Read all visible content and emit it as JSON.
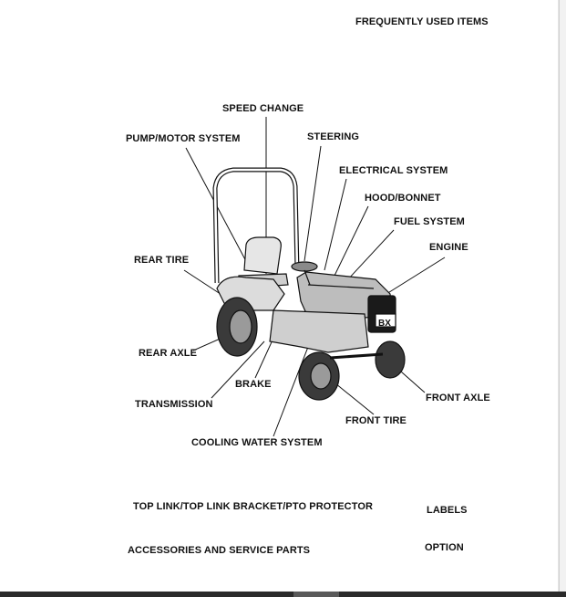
{
  "page": {
    "title": "FREQUENTLY USED ITEMS"
  },
  "diagram": {
    "labels": {
      "speed_change": "SPEED CHANGE",
      "pump_motor_system": "PUMP/MOTOR SYSTEM",
      "steering": "STEERING",
      "electrical_system": "ELECTRICAL SYSTEM",
      "hood_bonnet": "HOOD/BONNET",
      "fuel_system": "FUEL SYSTEM",
      "engine": "ENGINE",
      "rear_tire": "REAR TIRE",
      "rear_axle": "REAR AXLE",
      "brake": "BRAKE",
      "transmission": "TRANSMISSION",
      "front_axle": "FRONT AXLE",
      "front_tire": "FRONT TIRE",
      "cooling_water_system": "COOLING WATER SYSTEM"
    },
    "model_badge": "BX"
  },
  "links": {
    "top_link": "TOP LINK/TOP LINK BRACKET/PTO PROTECTOR",
    "labels": "LABELS",
    "accessories": "ACCESSORIES AND SERVICE PARTS",
    "option": "OPTION"
  }
}
